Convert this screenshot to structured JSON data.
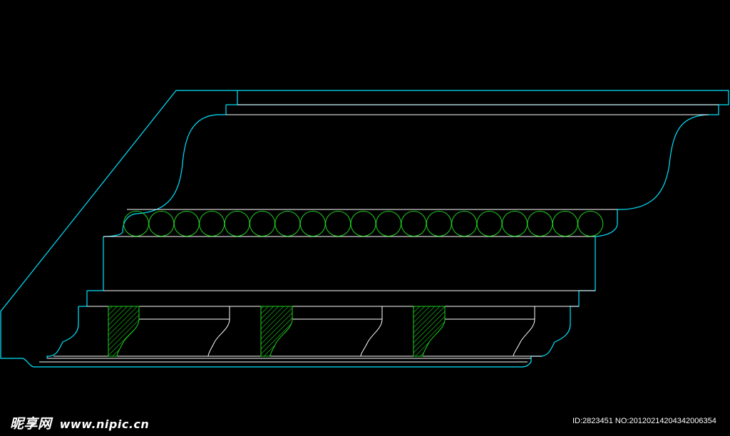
{
  "drawing": {
    "subject": "cornice molding section",
    "colors": {
      "background": "#000000",
      "outline": "#00e5ff",
      "detail": "#ffffff",
      "beads": "#1fd21f",
      "hatch": "#1fd21f"
    },
    "bead_count": 19,
    "dentil_count": 3
  },
  "watermark": {
    "logo_text": "昵享网",
    "site": "www.nipic.cn",
    "id_line": "ID:2823451 NO:20120214204342006354"
  }
}
